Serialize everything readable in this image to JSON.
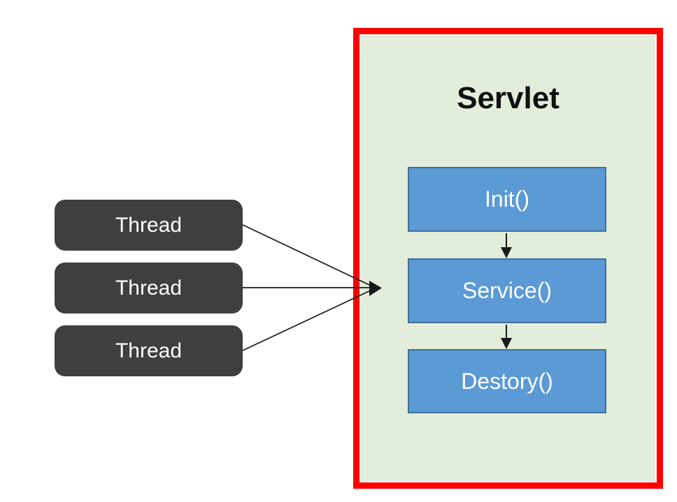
{
  "diagram": {
    "title": "Servlet",
    "threads": [
      {
        "label": "Thread"
      },
      {
        "label": "Thread"
      },
      {
        "label": "Thread"
      }
    ],
    "lifecycle": [
      {
        "label": "Init()"
      },
      {
        "label": "Service()"
      },
      {
        "label": "Destory()"
      }
    ]
  },
  "colors": {
    "container_border": "#ff0000",
    "container_fill": "#e2eedb",
    "method_fill": "#5b9ad5",
    "method_border": "#41719c",
    "thread_fill": "#3f3f3f",
    "text_light": "#ffffff",
    "title_text": "#111111",
    "arrow": "#1a1a1a"
  }
}
